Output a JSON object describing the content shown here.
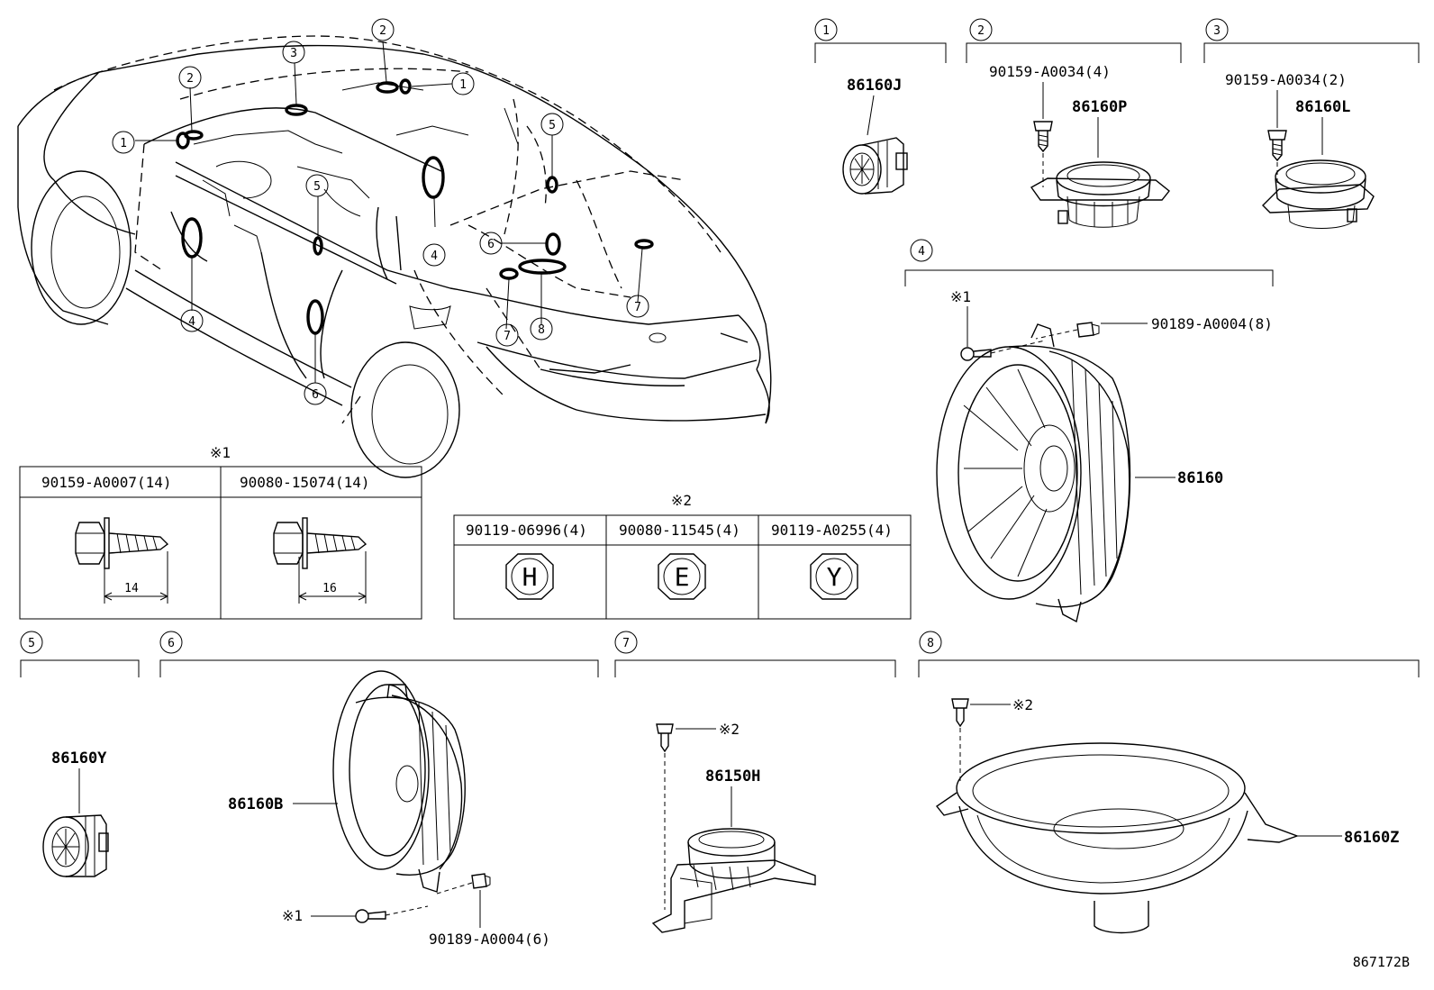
{
  "diagram_id": "867172B",
  "circle_nums": [
    "1",
    "2",
    "3",
    "4",
    "5",
    "6",
    "7",
    "8"
  ],
  "parts": {
    "p1": "86160J",
    "p2": "86160P",
    "p2_screw": "90159-A0034(4)",
    "p3": "86160L",
    "p3_screw": "90159-A0034(2)",
    "p4": "86160",
    "p4_clip": "90189-A0004(8)",
    "p4_mark": "※1",
    "p5": "86160Y",
    "p6": "86160B",
    "p6_clip": "90189-A0004(6)",
    "p6_mark": "※1",
    "p7": "86150H",
    "p7_mark": "※2",
    "p8": "86160Z",
    "p8_mark": "※2"
  },
  "table1": {
    "mark": "※1",
    "cols": [
      {
        "part": "90159-A0007(14)",
        "dim": "14"
      },
      {
        "part": "90080-15074(14)",
        "dim": "16"
      }
    ]
  },
  "table2": {
    "mark": "※2",
    "cols": [
      {
        "part": "90119-06996(4)",
        "letter": "H"
      },
      {
        "part": "90080-11545(4)",
        "letter": "E"
      },
      {
        "part": "90119-A0255(4)",
        "letter": "Y"
      }
    ]
  }
}
